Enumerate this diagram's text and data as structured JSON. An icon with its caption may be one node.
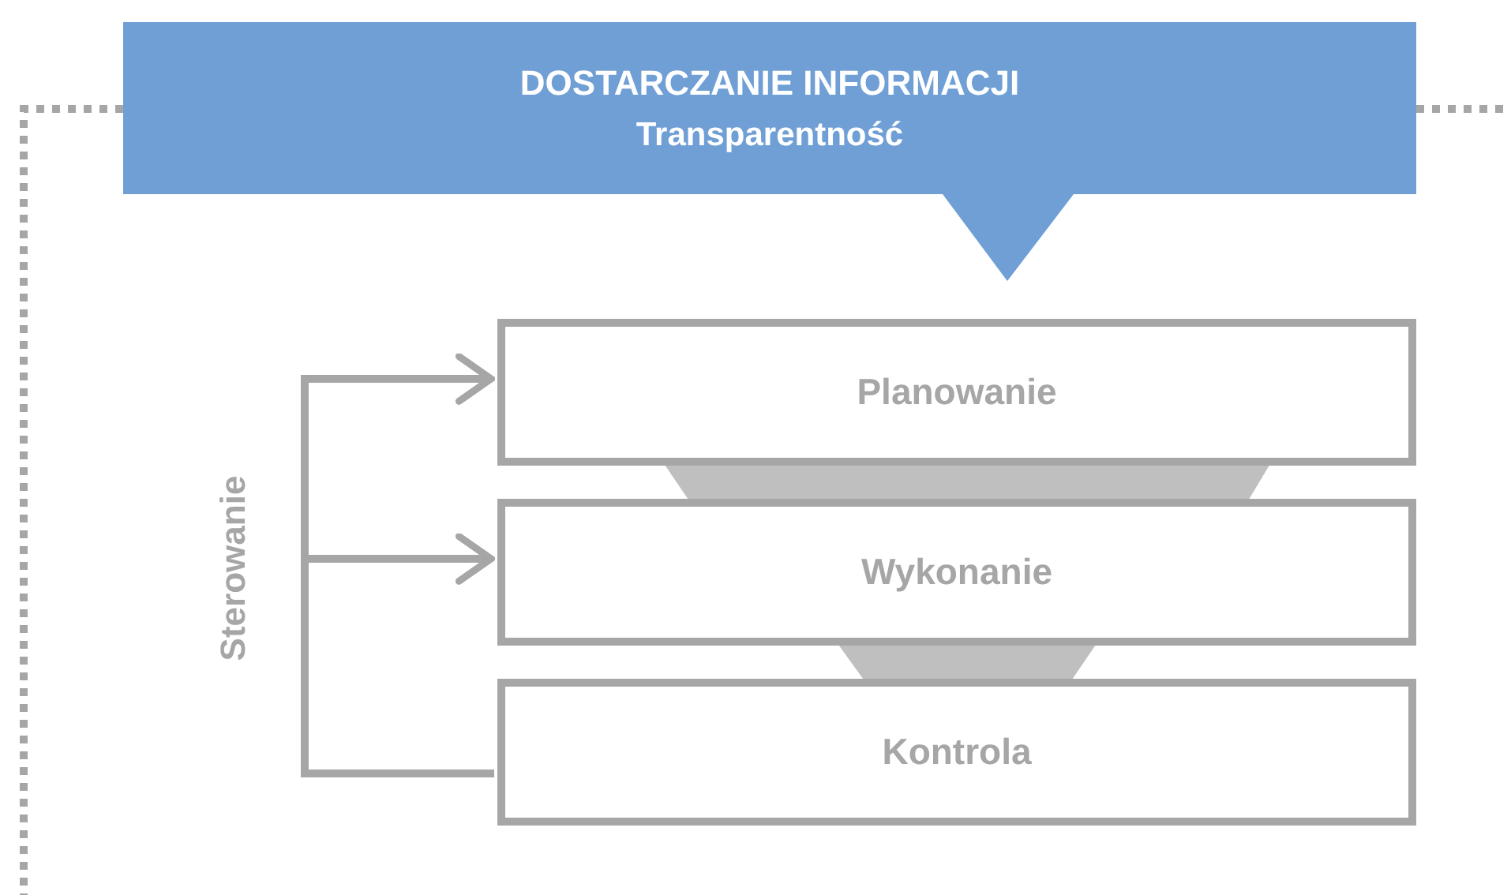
{
  "diagram": {
    "nodes": [
      {
        "text": [
          "DOSTARCZANIE INFORMACJI",
          "Transparentność"
        ]
      },
      {
        "text": [
          "Planowanie"
        ]
      },
      {
        "text": [
          "Wykonanie"
        ]
      },
      {
        "text": [
          "Kontrola"
        ]
      }
    ],
    "edges": [
      {
        "from": 1,
        "to": 2,
        "arrow": "none",
        "style": "thick",
        "color": "#bfbfbf"
      },
      {
        "from": 2,
        "to": 3,
        "arrow": "none",
        "style": "thick",
        "color": "#bfbfbf"
      },
      {
        "from": 3,
        "to": 1,
        "arrow": "to"
      },
      {
        "from": 3,
        "to": 2,
        "arrow": "to"
      }
    ],
    "labels": [
      "Sterowanie"
    ]
  }
}
